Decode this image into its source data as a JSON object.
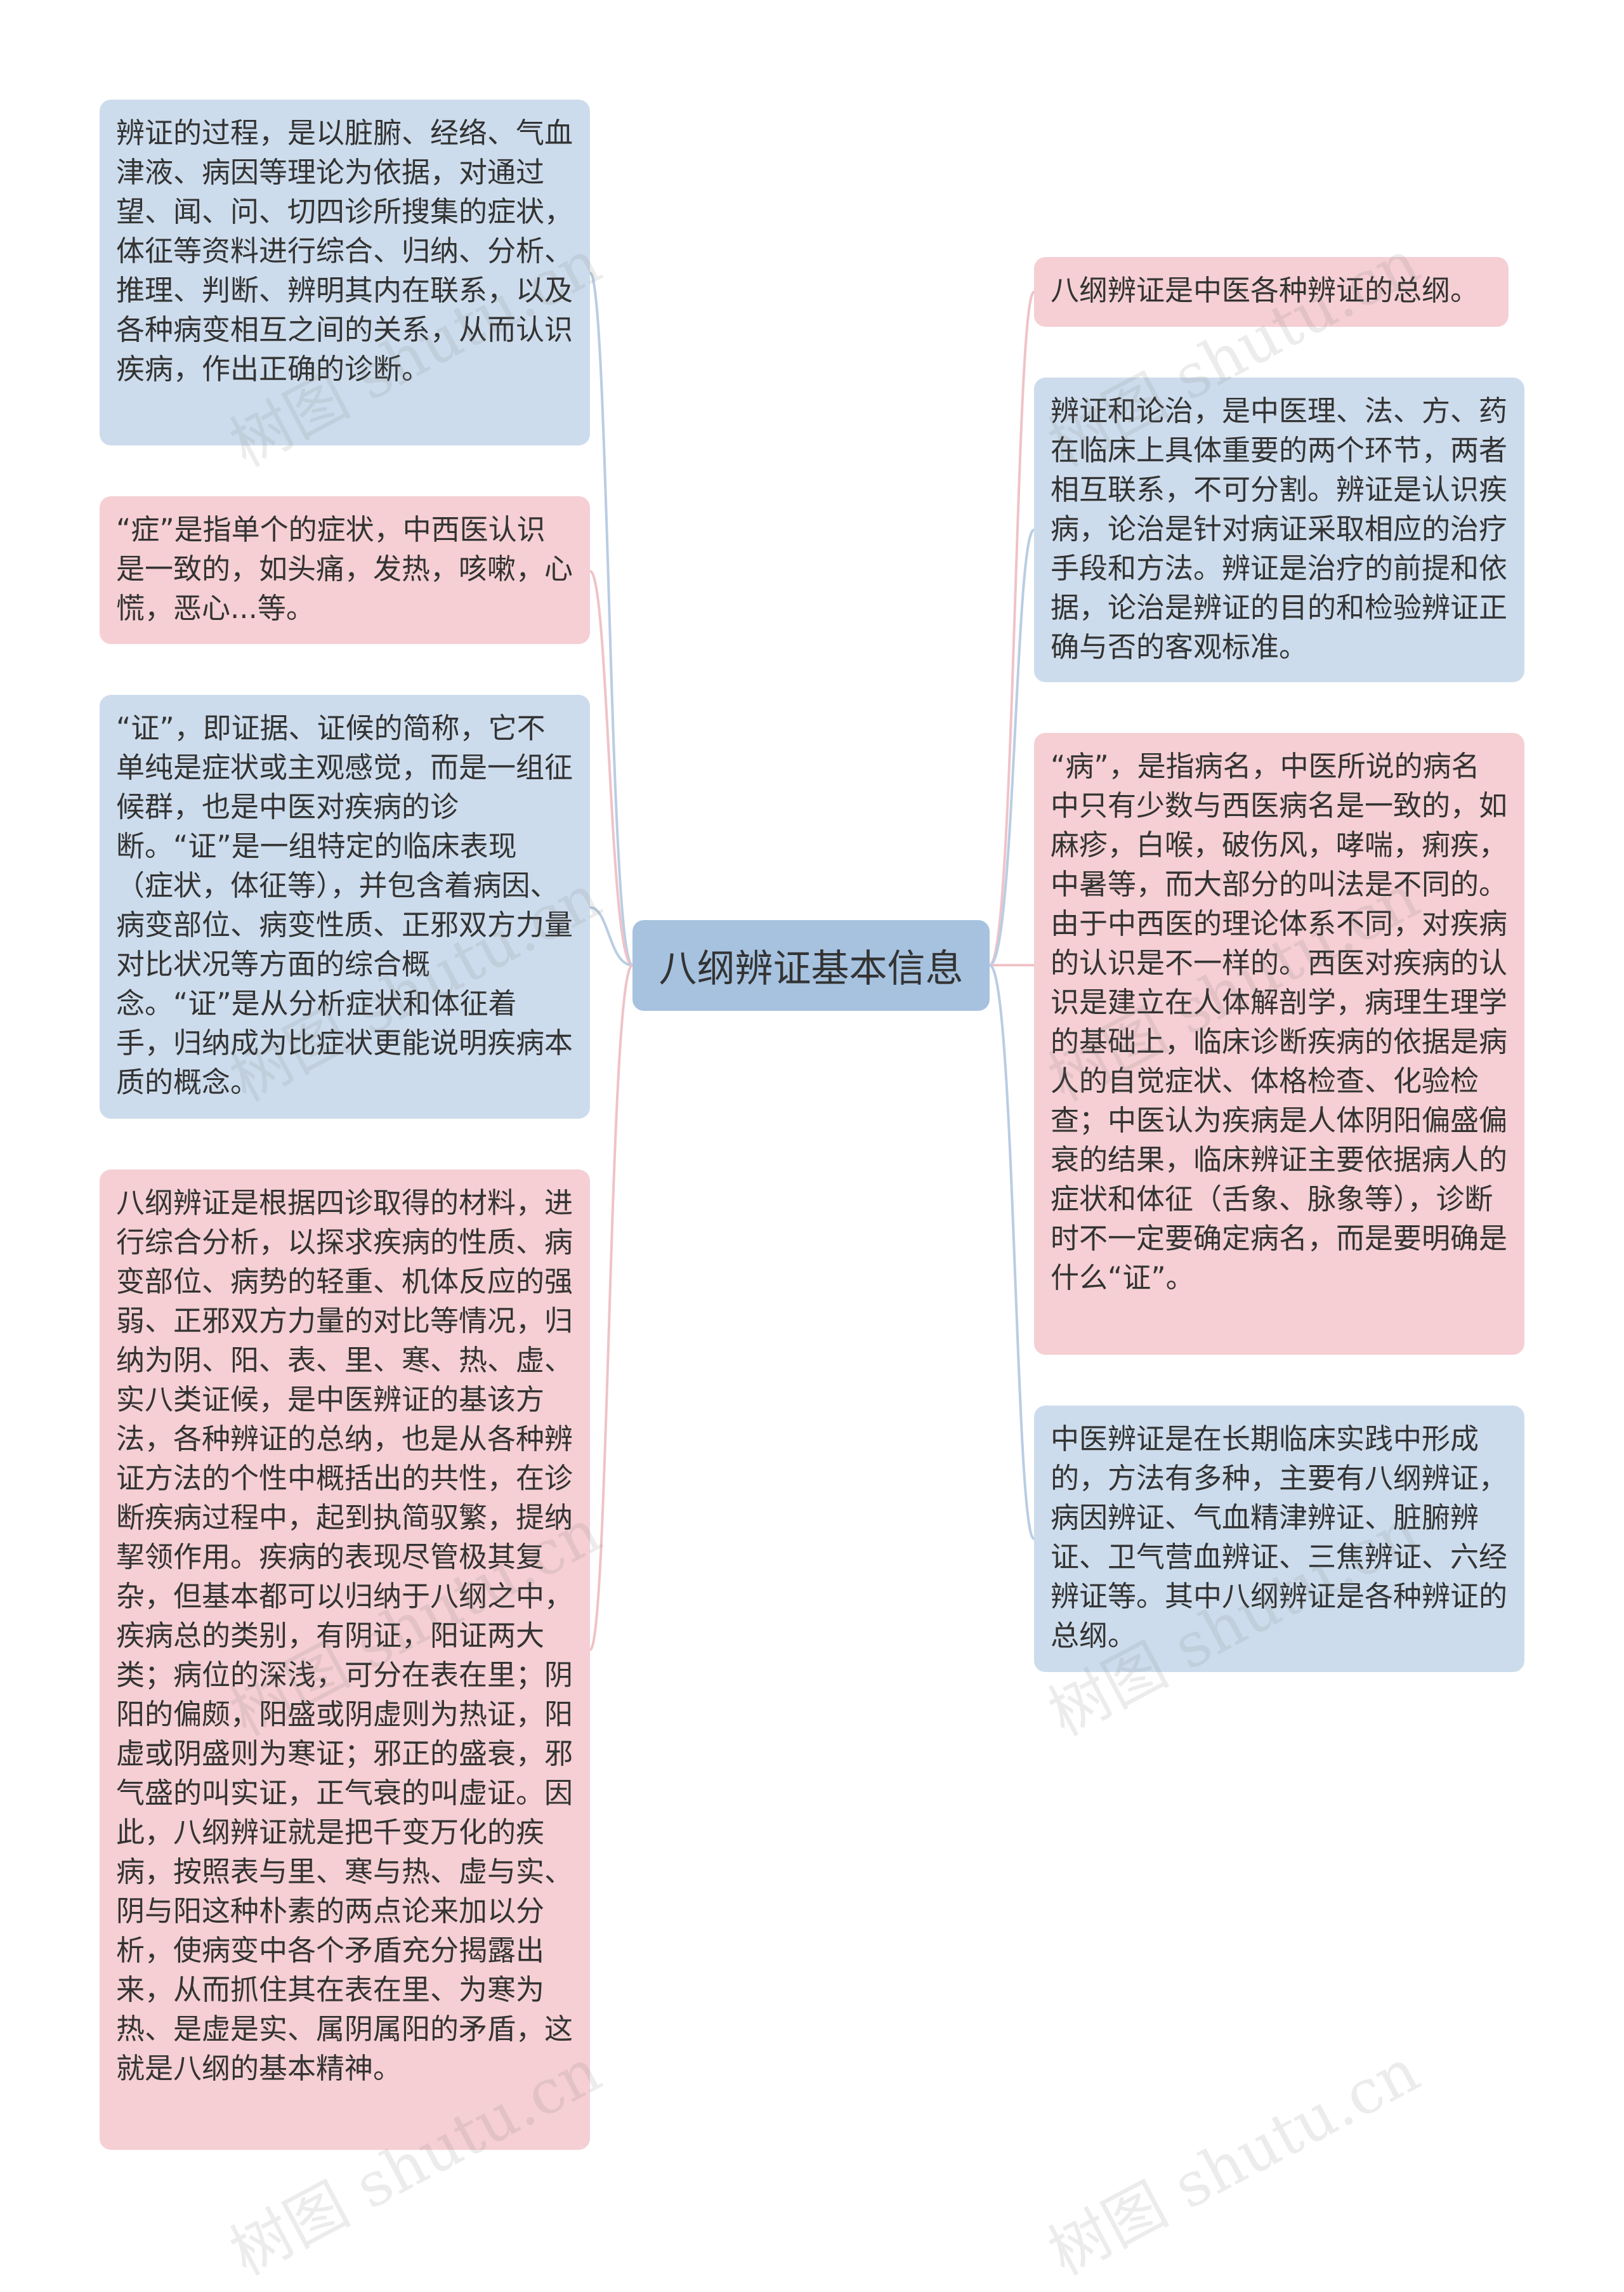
{
  "root": {
    "label": "八纲辨证基本信息"
  },
  "left_nodes": [
    {
      "text": "辨证的过程，是以脏腑、经络、气血津液、病因等理论为依据，对通过望、闻、问、切四诊所搜集的症状，体征等资料进行综合、归纳、分析、推理、判断、辨明其内在联系，以及各种病变相互之间的关系，从而认识疾病，作出正确的诊断。",
      "color": "#cddcec"
    },
    {
      "text": "“症”是指单个的症状，中西医认识是一致的，如头痛，发热，咳嗽，心慌，恶心...等。",
      "color": "#f5cfd3"
    },
    {
      "text": "“证”，即证据、证候的简称，它不单纯是症状或主观感觉，而是一组征候群，也是中医对疾病的诊断。“证”是一组特定的临床表现（症状，体征等），并包含着病因、病变部位、病变性质、正邪双方力量对比状况等方面的综合概念。“证”是从分析症状和体征着手，归纳成为比症状更能说明疾病本质的概念。",
      "color": "#cddcec"
    },
    {
      "text": "八纲辨证是根据四诊取得的材料，进行综合分析，以探求疾病的性质、病变部位、病势的轻重、机体反应的强弱、正邪双方力量的对比等情况，归纳为阴、阳、表、里、寒、热、虚、实八类证候，是中医辨证的基该方法，各种辨证的总纳，也是从各种辨证方法的个性中概括出的共性，在诊断疾病过程中，起到执简驭繁，提纳挈领作用。疾病的表现尽管极其复杂，但基本都可以归纳于八纲之中，疾病总的类别，有阴证，阳证两大类；病位的深浅，可分在表在里；阴阳的偏颇，阳盛或阴虚则为热证，阳虚或阴盛则为寒证；邪正的盛衰，邪气盛的叫实证，正气衰的叫虚证。因此，八纲辨证就是把千变万化的疾病，按照表与里、寒与热、虚与实、阴与阳这种朴素的两点论来加以分析，使病变中各个矛盾充分揭露出来，从而抓住其在表在里、为寒为热、是虚是实、属阴属阳的矛盾，这就是八纲的基本精神。",
      "color": "#f5cfd3"
    }
  ],
  "right_nodes": [
    {
      "text": "八纲辨证是中医各种辨证的总纲。",
      "color": "#f5cfd3"
    },
    {
      "text": "辨证和论治，是中医理、法、方、药在临床上具体重要的两个环节，两者相互联系，不可分割。辨证是认识疾病，论治是针对病证采取相应的治疗手段和方法。辨证是治疗的前提和依据，论治是辨证的目的和检验辨证正确与否的客观标准。",
      "color": "#cddcec"
    },
    {
      "text": "“病”，是指病名，中医所说的病名中只有少数与西医病名是一致的，如麻疹，白喉，破伤风，哮喘，痢疾，中暑等，而大部分的叫法是不同的。由于中西医的理论体系不同，对疾病的认识是不一样的。西医对疾病的认识是建立在人体解剖学，病理生理学的基础上，临床诊断疾病的依据是病人的自觉症状、体格检查、化验检查；中医认为疾病是人体阴阳偏盛偏衰的结果，临床辨证主要依据病人的症状和体征（舌象、脉象等），诊断时不一定要确定病名，而是要明确是什么“证”。",
      "color": "#f5cfd3"
    },
    {
      "text": "中医辨证是在长期临床实践中形成的，方法有多种，主要有八纲辨证，病因辨证、气血精津辨证、脏腑辨证、卫气营血辨证、三焦辨证、六经辨证等。其中八纲辨证是各种辨证的总纲。",
      "color": "#cddcec"
    }
  ],
  "colors": {
    "edge_blue": "#b9cde3",
    "edge_pink": "#efc3c8",
    "root": "#a6c2df"
  },
  "watermark": "树图 shutu.cn"
}
